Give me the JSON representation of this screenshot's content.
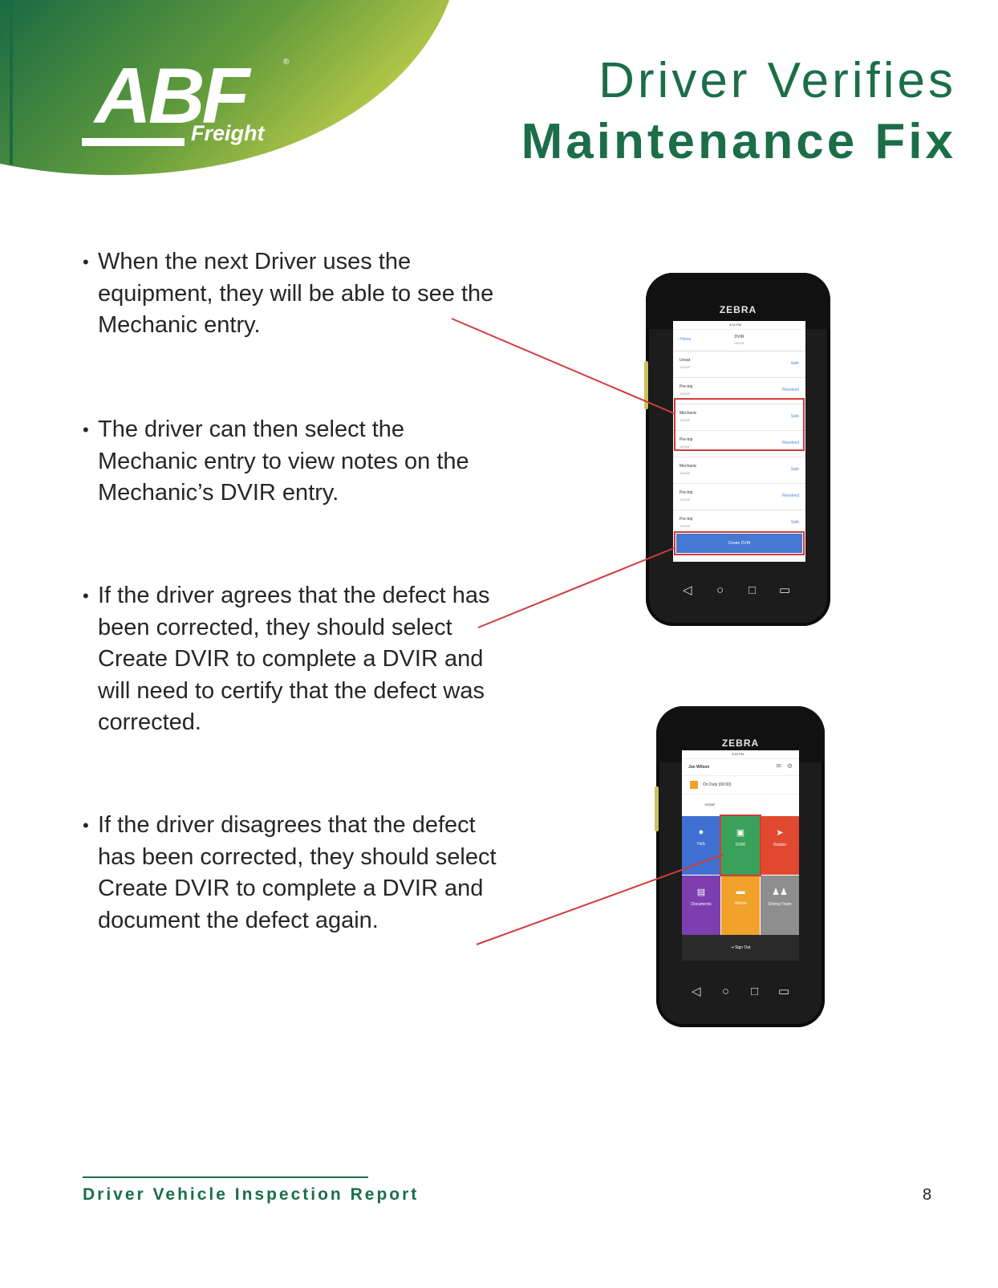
{
  "logo": {
    "abf": "ABF",
    "freight": "Freight",
    "reg": "®"
  },
  "title": {
    "line1": "Driver Verifies",
    "line2": "Maintenance Fix"
  },
  "bullets": [
    "When the next Driver uses the equipment, they will be able to see the Mechanic entry.",
    "The driver can then select the Mechanic entry to view notes on the Mechanic’s DVIR entry.",
    "If the driver agrees that the defect has been corrected, they should select Create DVIR to complete a DVIR and will need to certify that the defect was corrected.",
    "If the driver disagrees that the defect has been corrected, they should select Create DVIR to complete a DVIR and document the defect again."
  ],
  "bullet_mark": "•",
  "phone1": {
    "brand": "ZEBRA",
    "status_time": "3:24 PM",
    "back_label": "Home",
    "screen_title": "DVIR",
    "screen_subtitle": "10034F",
    "rows": [
      {
        "label": "Unsat",
        "sub": "10034F",
        "status": "Safe"
      },
      {
        "label": "Pre-trip",
        "sub": "10034F",
        "status": "Resolved"
      },
      {
        "label": "Mechanic",
        "sub": "10034F",
        "status": "Safe"
      },
      {
        "label": "Pre-trip",
        "sub": "10034F",
        "status": "Resolved"
      },
      {
        "label": "Mechanic",
        "sub": "10034F",
        "status": "Safe"
      },
      {
        "label": "Pre-trip",
        "sub": "10034F",
        "status": "Resolved"
      },
      {
        "label": "Pre-trip",
        "sub": "10034F",
        "status": "Safe"
      }
    ],
    "button": "Create DVIR"
  },
  "phone2": {
    "brand": "ZEBRA",
    "status_time": "3:43 PM",
    "user": "Joe Wilson",
    "duty": "On Duty (00:00)",
    "vehicle": "10034F",
    "tiles": [
      {
        "label": "HoS",
        "color": "#3f6fd1"
      },
      {
        "label": "DVIR",
        "color": "#3aa15a"
      },
      {
        "label": "Routes",
        "color": "#e0492f"
      },
      {
        "label": "Documents",
        "color": "#7d3fb0"
      },
      {
        "label": "Vehicle",
        "color": "#f2a12a"
      },
      {
        "label": "Driving Team",
        "color": "#8e8e8e"
      }
    ],
    "signout": "Sign Out"
  },
  "footer": {
    "label": "Driver Vehicle Inspection Report",
    "page": "8"
  },
  "colors": {
    "brand_green": "#1b6e48",
    "callout_red": "#d23b3b"
  }
}
